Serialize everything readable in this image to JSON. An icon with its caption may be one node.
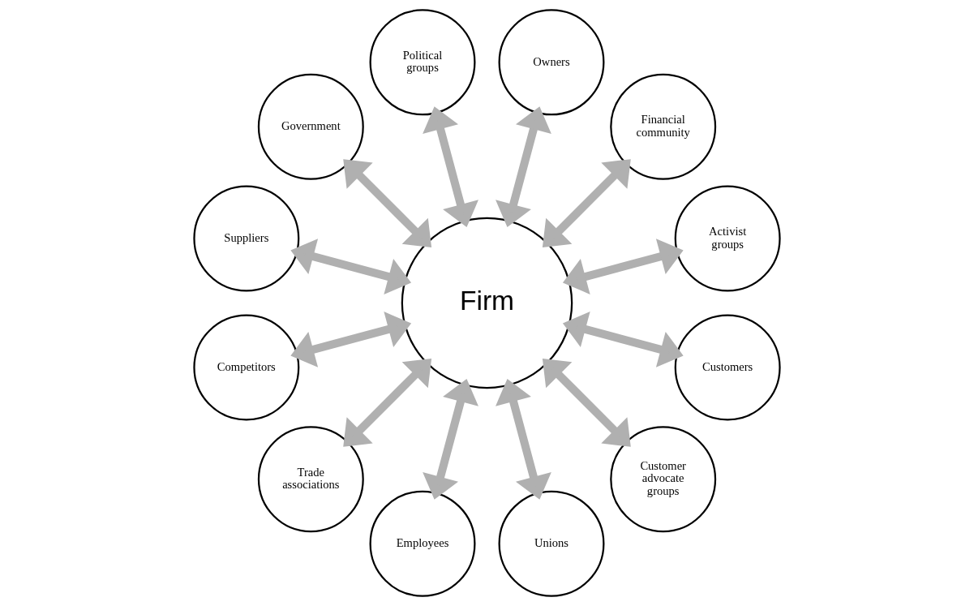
{
  "diagram": {
    "nodes": [
      {
        "text": [
          "Firm"
        ]
      },
      {
        "text": [
          "Owners"
        ]
      },
      {
        "text": [
          "Political groups"
        ]
      },
      {
        "text": [
          "Financial community"
        ]
      },
      {
        "text": [
          "Government"
        ]
      },
      {
        "text": [
          "Activist groups"
        ]
      },
      {
        "text": [
          "Suppliers"
        ]
      },
      {
        "text": [
          "Customers"
        ]
      },
      {
        "text": [
          "Competitors"
        ]
      },
      {
        "text": [
          "Customer advocate groups"
        ]
      },
      {
        "text": [
          "Trade associations"
        ]
      },
      {
        "text": [
          "Unions"
        ]
      },
      {
        "text": [
          "Employees"
        ]
      }
    ],
    "edges": [
      {
        "from": 0,
        "to": 1,
        "arrow": "both"
      },
      {
        "from": 0,
        "to": 3,
        "arrow": "both"
      },
      {
        "from": 0,
        "to": 5,
        "arrow": "both"
      },
      {
        "from": 0,
        "to": 7,
        "arrow": "both"
      },
      {
        "from": 0,
        "to": 9,
        "arrow": "both"
      },
      {
        "from": 0,
        "to": 11,
        "arrow": "both"
      },
      {
        "from": 0,
        "to": 12,
        "arrow": "both"
      },
      {
        "from": 0,
        "to": 10,
        "arrow": "both"
      },
      {
        "from": 0,
        "to": 8,
        "arrow": "both"
      },
      {
        "from": 0,
        "to": 6,
        "arrow": "both"
      },
      {
        "from": 0,
        "to": 4,
        "arrow": "both"
      },
      {
        "from": 0,
        "to": 2,
        "arrow": "both"
      }
    ]
  }
}
